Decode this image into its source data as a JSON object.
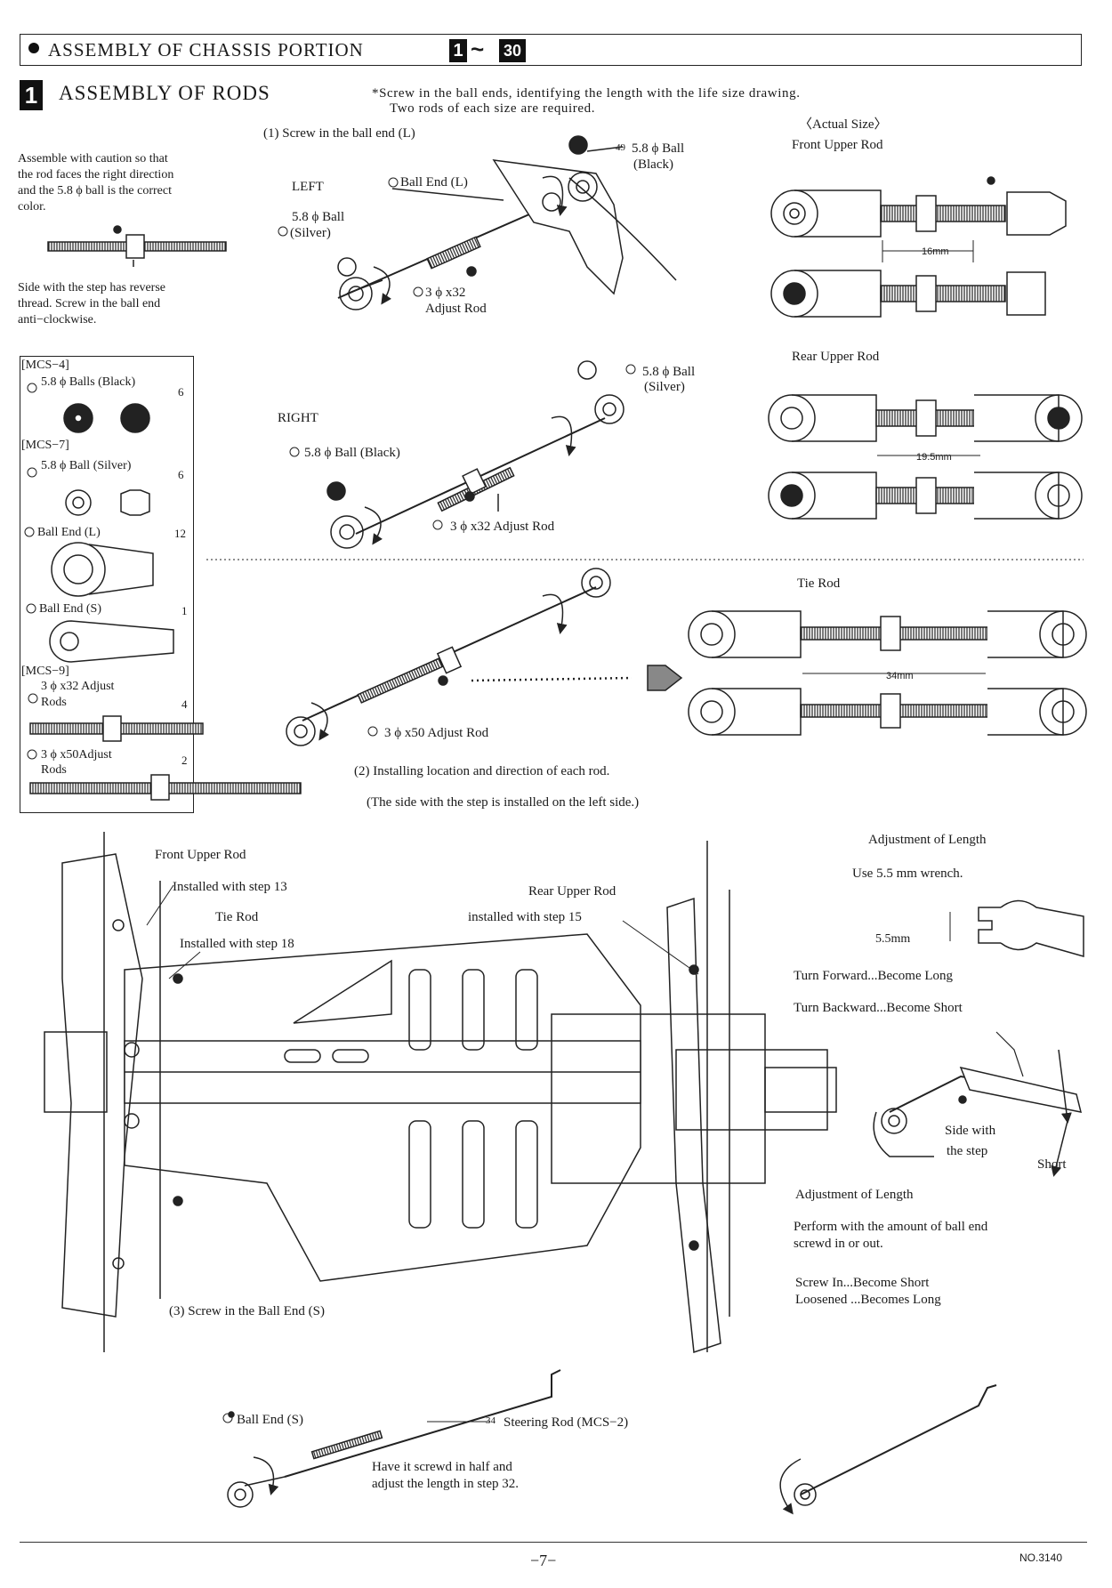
{
  "header": {
    "title": "ASSEMBLY OF CHASSIS PORTION",
    "step_from": "1",
    "step_sep": "~",
    "step_to": "30"
  },
  "section1": {
    "number": "1",
    "title": "ASSEMBLY OF RODS",
    "note_line1": "*Screw in the ball ends, identifying the length with the life size drawing.",
    "note_line2": "Two rods of each size are required.",
    "caution_lines": [
      "Assemble with caution so that",
      "the rod faces the right  direction",
      "and the 5.8 ϕ ball is the   correct",
      "color."
    ],
    "step_lines": [
      "Side with the step has reverse",
      "thread. Screw in the ball end",
      "anti−clockwise."
    ]
  },
  "step1": {
    "label": "(1) Screw  in  the  ball  end   (L)",
    "left": "LEFT",
    "ball_end_l": "Ball End  (L)",
    "ball_black_num": "49",
    "ball_black_a": "5.8 ϕ  Ball",
    "ball_black_b": "(Black)",
    "ball_silver_a": "5.8 ϕ  Ball",
    "ball_silver_b": "(Silver)",
    "rod_a": "3 ϕ x32",
    "rod_b": "Adjust  Rod",
    "right": "RIGHT",
    "r_ball_silver_a": "5.8 ϕ  Ball",
    "r_ball_silver_b": "(Silver)",
    "r_ball_black": "5.8 ϕ  Ball    (Black)",
    "r_rod": "3 ϕ x32  Adjust  Rod",
    "rod50": "3 ϕ x50  Adjust  Rod"
  },
  "parts": {
    "items": [
      {
        "pack": "[MCS−4]",
        "name": "5.8 ϕ  Balls  (Black)",
        "qty": "6"
      },
      {
        "pack": "[MCS−7]",
        "name": "5.8 ϕ Ball  (Silver)",
        "qty": "6"
      },
      {
        "pack": "",
        "name": "Ball  End  (L)",
        "qty": "12"
      },
      {
        "pack": "",
        "name": "Ball  End  (S)",
        "qty": "1"
      },
      {
        "pack": "[MCS−9]",
        "name": "3 ϕ x32   Adjust",
        "name2": "Rods",
        "qty": "4"
      },
      {
        "pack": "",
        "name": "3 ϕ x50Adjust",
        "name2": "Rods",
        "qty": "2"
      }
    ]
  },
  "actual": {
    "title": "〈Actual  Size〉",
    "front": "Front  Upper  Rod",
    "front_dim": "16mm",
    "rear": "Rear  Upper  Rod",
    "rear_dim": "19.5mm",
    "tie": "Tie  Rod",
    "tie_dim": "34mm"
  },
  "step2": {
    "line1": "(2)  Installing location and direction of each rod.",
    "line2": "(The side with the step is installed on the left side.)"
  },
  "chassis": {
    "front_upper": "Front  Upper  Rod",
    "front_upper_step": "Installed with step 13",
    "tie": "Tie  Rod",
    "tie_step": "Installed with step 18",
    "rear_upper": "Rear  Upper  Rod",
    "rear_upper_step": "installed with step 15",
    "step3": "(3)  Screw  in  the  Ball  End  (S)"
  },
  "adjust": {
    "title": "Adjustment  of  Length",
    "wrench": "Use 5.5 mm wrench.",
    "size": "5.5mm",
    "forward": "Turn Forward...Become Long",
    "backward": "Turn Backward...Become Short",
    "side_a": "Side with",
    "side_b": "the step",
    "short": "Short",
    "title2": "Adjustment of Length",
    "perform_a": "Perform with the amount of ball end",
    "perform_b": "screwd in or out.",
    "screw_in": "Screw In...Become Short",
    "loosened": "Loosened ...Becomes Long"
  },
  "steering": {
    "ball_end_s": "Ball  End  (S)",
    "rod_num": "34",
    "rod": "Steering  Rod  (MCS−2)",
    "note_a": "Have it screwd in half and",
    "note_b": "adjust the length in step 32."
  },
  "footer": {
    "page": "−7−",
    "code": "NO.3140"
  }
}
